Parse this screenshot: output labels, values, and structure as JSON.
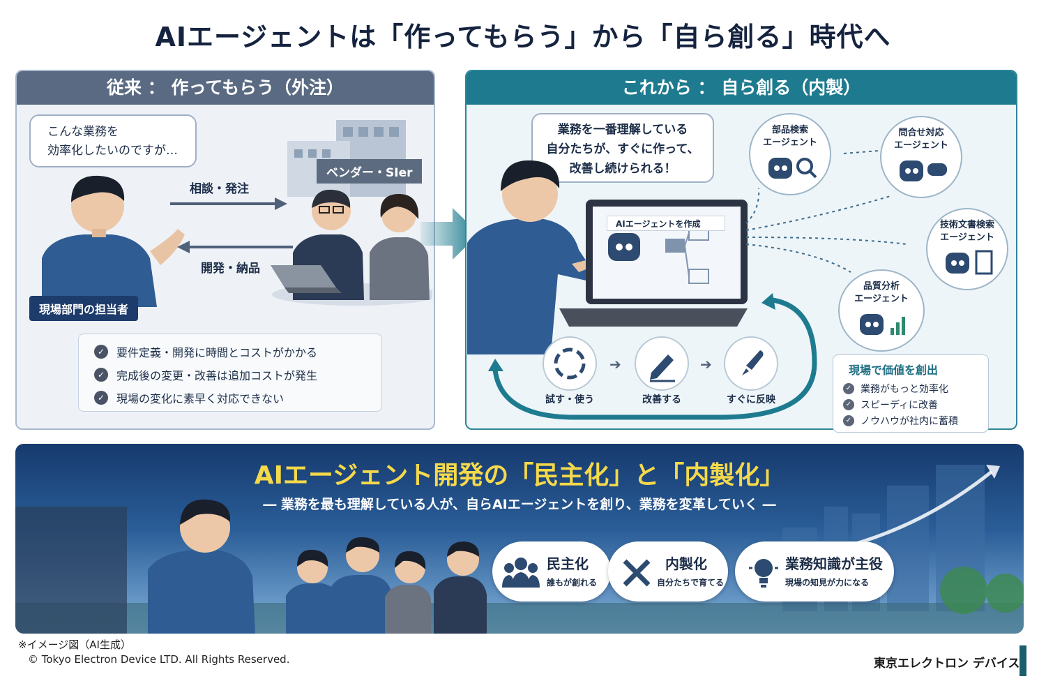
{
  "title": "AIエージェントは「作ってもらう」から「自ら創る」時代へ",
  "left_panel": {
    "header": "従来 ： 作ってもらう（外注）",
    "bubble": [
      "こんな業務を",
      "効率化したいのですが…"
    ],
    "person_tag": "現場部門の担当者",
    "vendor_tag": "ベンダー・SIer",
    "arrow_top": "相談・発注",
    "arrow_bottom": "開発・納品",
    "issues": [
      "要件定義・開発に時間とコストがかかる",
      "完成後の変更・改善は追加コストが発生",
      "現場の変化に素早く対応できない"
    ]
  },
  "right_panel": {
    "header": "これから ： 自ら創る（内製）",
    "bubble": [
      "業務を一番理解している",
      "自分たちが、すぐに作って、",
      "改善し続けられる！"
    ],
    "laptop_window_title": "AIエージェントを作成",
    "agents": [
      {
        "line1": "部品検索",
        "line2": "エージェント"
      },
      {
        "line1": "問合せ対応",
        "line2": "エージェント"
      },
      {
        "line1": "技術文書検索",
        "line2": "エージェント"
      },
      {
        "line1": "品質分析",
        "line2": "エージェント"
      }
    ],
    "cycle": [
      "試す・使う",
      "改善する",
      "すぐに反映"
    ],
    "value_title": "現場で価値を創出",
    "values": [
      "業務がもっと効率化",
      "スピーディに改善",
      "ノウハウが社内に蓄積"
    ]
  },
  "banner": {
    "title": "AIエージェント開発の「民主化」と「内製化」",
    "subtitle": "― 業務を最も理解している人が、自らAIエージェントを創り、業務を変革していく ―",
    "pills": [
      {
        "icon": "people-icon",
        "title": "民主化",
        "sub": "誰もが創れる"
      },
      {
        "icon": "tools-icon",
        "title": "内製化",
        "sub": "自分たちで育てる"
      },
      {
        "icon": "lightbulb-icon",
        "title": "業務知識が主役",
        "sub": "現場の知見が力になる"
      }
    ]
  },
  "footer": {
    "note": "※イメージ図（AI生成）",
    "copyright": "© Tokyo Electron Device LTD. All Rights Reserved.",
    "company": "東京エレクトロン デバイス"
  },
  "colors": {
    "left_header": "#5a6a82",
    "right_header": "#1e7b8f",
    "banner_title": "#f5d94a",
    "navy": "#1d3b6b"
  }
}
